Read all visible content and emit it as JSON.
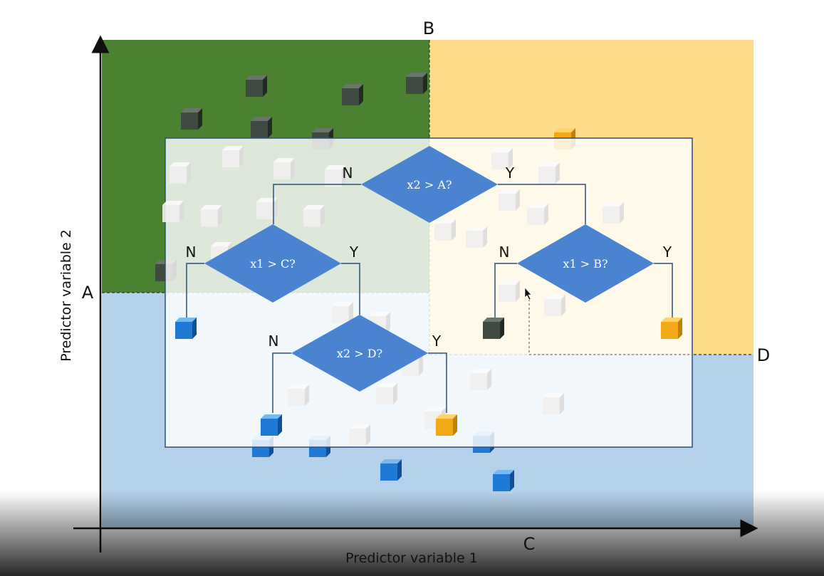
{
  "axes": {
    "x_label": "Predictor variable 1",
    "y_label": "Predictor variable 2"
  },
  "thresholds": {
    "a": "A",
    "b": "B",
    "c": "C",
    "d": "D"
  },
  "regions": {
    "green": "#4a8232",
    "orange": "#fddb8a",
    "blue": "#b5d1ec"
  },
  "tree": {
    "root": {
      "question": "x2 > A?",
      "no_label": "N",
      "yes_label": "Y"
    },
    "left": {
      "question": "x1 > C?",
      "no_label": "N",
      "yes_label": "Y"
    },
    "right": {
      "question": "x1 > B?",
      "no_label": "N",
      "yes_label": "Y"
    },
    "left_yes": {
      "question": "x2 > D?",
      "no_label": "N",
      "yes_label": "Y"
    },
    "node_color": "#4a84d0"
  },
  "cube_colors": {
    "dark": "#3f4a40",
    "blue": "#1f7ad6",
    "orange": "#f3a816",
    "faded": "#f0f0f0"
  },
  "icons": {
    "cursor": "mouse-pointer-icon"
  }
}
